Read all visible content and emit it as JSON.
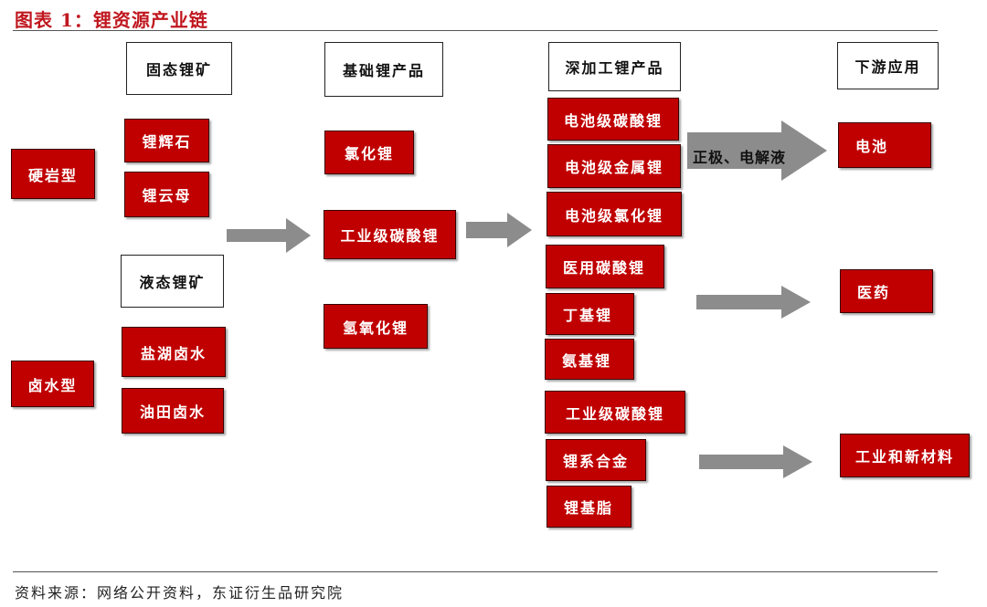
{
  "title": "图表 1：锂资源产业链",
  "source": "资料来源：网络公开资料，东证衍生品研究院",
  "columns": {
    "solid_ore": "固态锂矿",
    "liquid_ore": "液态锂矿",
    "basic_products": "基础锂产品",
    "deep_processing": "深加工锂产品",
    "downstream": "下游应用"
  },
  "resource_types": {
    "hard_rock": "硬岩型",
    "brine": "卤水型"
  },
  "solid_minerals": [
    "锂辉石",
    "锂云母"
  ],
  "liquid_minerals": [
    "盐湖卤水",
    "油田卤水"
  ],
  "basic_products": [
    "氯化锂",
    "工业级碳酸锂",
    "氢氧化锂"
  ],
  "deep_products": {
    "battery": [
      "电池级碳酸锂",
      "电池级金属锂",
      "电池级氯化锂"
    ],
    "medical": [
      "医用碳酸锂",
      "丁基锂",
      "氨基锂"
    ],
    "industrial": [
      "工业级碳酸锂",
      "锂系合金",
      "锂基脂"
    ]
  },
  "arrow_label": "正极、电解液",
  "applications": [
    "电池",
    "医药",
    "工业和新材料"
  ]
}
